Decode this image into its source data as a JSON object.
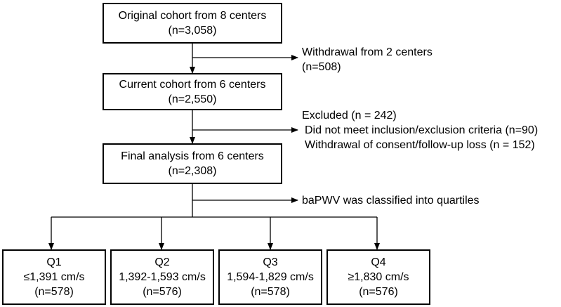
{
  "main_boxes": [
    {
      "title": "Original cohort from 8 centers",
      "count": "(n=3,058)"
    },
    {
      "title": "Current cohort from 6 centers",
      "count": "(n=2,550)"
    },
    {
      "title": "Final analysis from 6 centers",
      "count": "(n=2,308)"
    }
  ],
  "side_notes": {
    "withdrawal": {
      "line1": "Withdrawal from 2 centers",
      "line2": "(n=508)"
    },
    "excluded": {
      "line1": "Excluded (n = 242)",
      "line2": "Did not meet inclusion/exclusion criteria (n=90)",
      "line3": "Withdrawal of consent/follow-up loss (n = 152)"
    },
    "quartiles": {
      "line1": "baPWV was classified into quartiles"
    }
  },
  "quartile_boxes": [
    {
      "label": "Q1",
      "range": "≤1,391 cm/s",
      "count": "(n=578)"
    },
    {
      "label": "Q2",
      "range": "1,392-1,593 cm/s",
      "count": "(n=576)"
    },
    {
      "label": "Q3",
      "range": "1,594-1,829 cm/s",
      "count": "(n=578)"
    },
    {
      "label": "Q4",
      "range": "≥1,830 cm/s",
      "count": "(n=576)"
    }
  ]
}
